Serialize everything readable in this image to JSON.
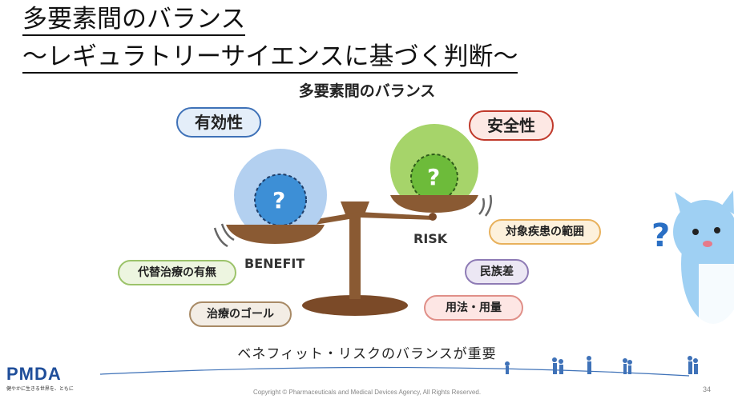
{
  "slide": {
    "title_line1": "多要素間のバランス",
    "title_line2": "～レギュラトリーサイエンスに基づく判断～",
    "subtitle": "多要素間のバランス",
    "benefit_heading": "有効性",
    "risk_heading": "安全性",
    "benefit_label": "BENEFIT",
    "risk_label": "RISK",
    "question_mark": "?",
    "factors_left": [
      "代替治療の有無",
      "治療のゴール"
    ],
    "factors_right": [
      "対象疾患の範囲",
      "民族差",
      "用法・用量"
    ],
    "caption": "ベネフィット・リスクのバランスが重要",
    "question_mark_character": "?"
  },
  "footer": {
    "logo": "PMDA",
    "logo_tagline": "健やかに生きる世界を、ともに",
    "copyright": "Copyright © Pharmaceuticals and Medical Devices Agency, All Rights Reserved.",
    "page_number": "34"
  },
  "colors": {
    "benefit_blue": "#8fb8e6",
    "benefit_blue_inner": "#3d8fd6",
    "risk_green": "#a6d46a",
    "risk_green_inner": "#6dbb3a",
    "scale_brown": "#8a5a33",
    "mascot_blue": "#9fd0f3"
  }
}
